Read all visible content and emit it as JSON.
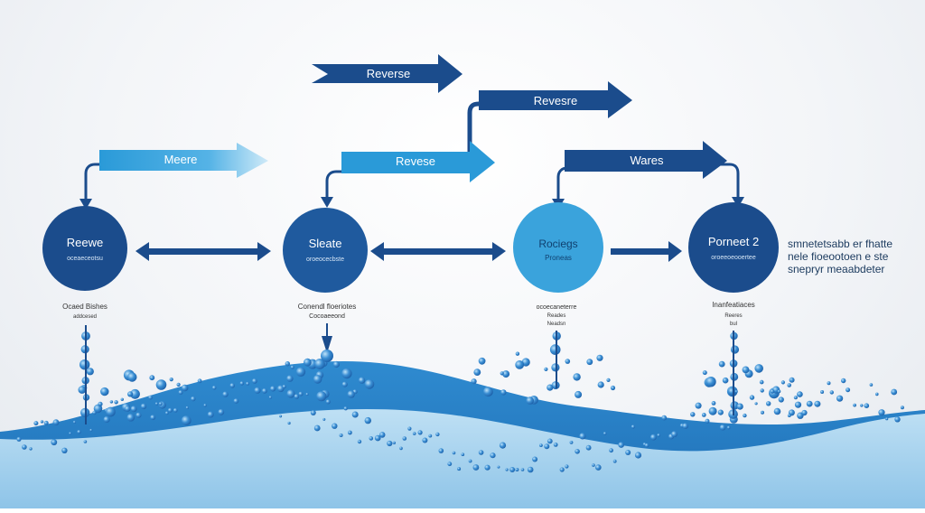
{
  "colors": {
    "dark_blue": "#1b4c8c",
    "mid_blue": "#2f86c9",
    "light_blue": "#3aa3dc",
    "water_light": "#a9d3ee",
    "water_dark": "#2d86cc"
  },
  "arrows": {
    "top_left": "Reverse",
    "top_right": "Revesre",
    "middle_left": "Meere",
    "middle_center": "Revese",
    "middle_right": "Wares"
  },
  "nodes": [
    {
      "title": "Reewe",
      "subtitle": "oceaeceotsu",
      "caption": [
        "Ocaed Bishes",
        "addcesed"
      ]
    },
    {
      "title": "Sleate",
      "subtitle": "oroeocecbste",
      "caption": [
        "Conendl floeriotes",
        "Cocoaeeond"
      ]
    },
    {
      "title": "Rociegs",
      "subtitle": "Proneas",
      "caption": [
        "ocoecaneterre",
        "Reades",
        "Neadsn"
      ]
    },
    {
      "title": "Porneet 2",
      "subtitle": "oroeeoeooertee",
      "caption": [
        "Inanfeatiaces",
        "Reeres",
        "bul"
      ]
    }
  ],
  "side_note": [
    "smnetetsabb er fhatte",
    "nele fioeootoen e ste",
    "snepryr meaabdeter"
  ]
}
